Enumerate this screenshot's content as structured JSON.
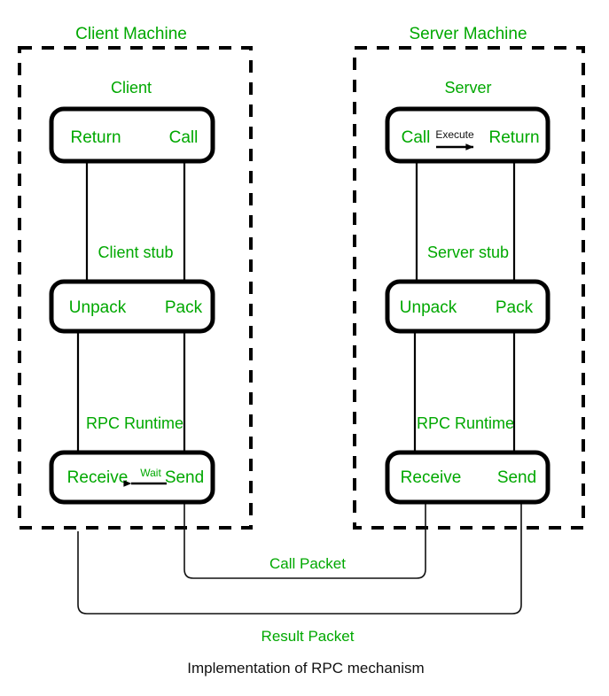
{
  "figure": {
    "caption": "Implementation of RPC mechanism",
    "colors": {
      "label_green": "#00a800",
      "text_black": "#111111",
      "box_stroke": "#000000",
      "background": "#ffffff"
    }
  },
  "client_machine": {
    "title": "Client Machine",
    "tiers": [
      {
        "tier_label": "Client",
        "tier_label_position": "above",
        "left_port": "Return",
        "right_port": "Call",
        "inner_annotation": null
      },
      {
        "tier_label": "Client stub",
        "tier_label_position": "above",
        "left_port": "Unpack",
        "right_port": "Pack",
        "inner_annotation": null
      },
      {
        "tier_label": "RPC Runtime",
        "tier_label_position": "above",
        "left_port": "Receive",
        "right_port": "Send",
        "inner_annotation": "Wait",
        "inner_annotation_direction": "left"
      }
    ]
  },
  "server_machine": {
    "title": "Server Machine",
    "tiers": [
      {
        "tier_label": "Server",
        "tier_label_position": "above",
        "left_port": "Call",
        "right_port": "Return",
        "inner_annotation": "Execute",
        "inner_annotation_direction": "right"
      },
      {
        "tier_label": "Server stub",
        "tier_label_position": "above",
        "left_port": "Unpack",
        "right_port": "Pack",
        "inner_annotation": null
      },
      {
        "tier_label": "RPC Runtime",
        "tier_label_position": "above",
        "left_port": "Receive",
        "right_port": "Send",
        "inner_annotation": null
      }
    ]
  },
  "packets": [
    {
      "label": "Call Packet",
      "from": "client RPC Runtime Send",
      "to": "server RPC Runtime Receive"
    },
    {
      "label": "Result Packet",
      "from": "server RPC Runtime Send",
      "to": "client RPC Runtime Receive"
    }
  ]
}
